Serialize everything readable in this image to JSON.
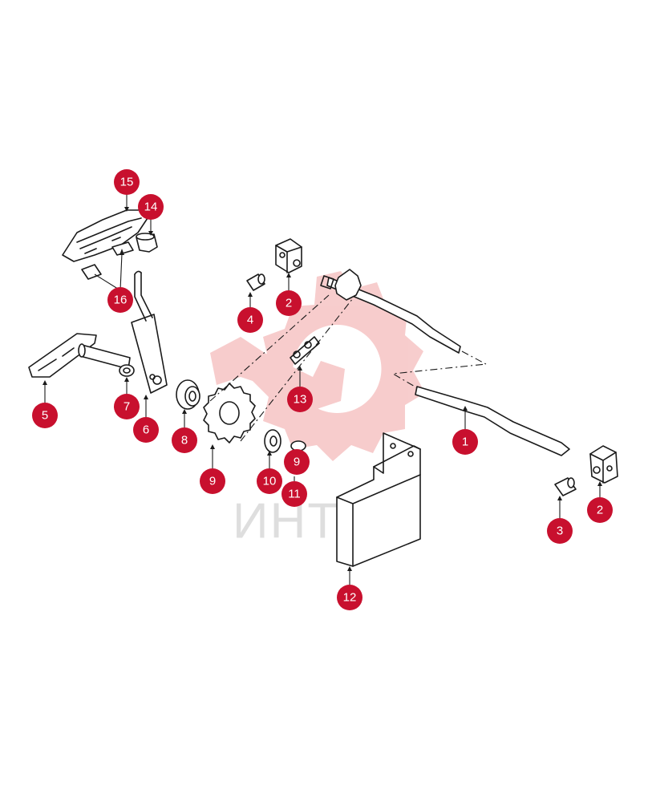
{
  "colors": {
    "callout": "#c8102e",
    "line": "#1a1a1a",
    "watermark_mark": "#f6c4c4",
    "watermark_text": "#d9d9d9"
  },
  "watermark": {
    "text": "ИНТЕХ"
  },
  "callouts": [
    {
      "id": "c15",
      "label": "15"
    },
    {
      "id": "c14",
      "label": "14"
    },
    {
      "id": "c16",
      "label": "16"
    },
    {
      "id": "c5",
      "label": "5"
    },
    {
      "id": "c7",
      "label": "7"
    },
    {
      "id": "c6",
      "label": "6"
    },
    {
      "id": "c8",
      "label": "8"
    },
    {
      "id": "c4",
      "label": "4"
    },
    {
      "id": "c2a",
      "label": "2"
    },
    {
      "id": "c13",
      "label": "13"
    },
    {
      "id": "c9a",
      "label": "9"
    },
    {
      "id": "c10",
      "label": "10"
    },
    {
      "id": "c9b",
      "label": "9"
    },
    {
      "id": "c11",
      "label": "11"
    },
    {
      "id": "c1",
      "label": "1"
    },
    {
      "id": "c12",
      "label": "12"
    },
    {
      "id": "c3",
      "label": "3"
    },
    {
      "id": "c2b",
      "label": "2"
    }
  ]
}
